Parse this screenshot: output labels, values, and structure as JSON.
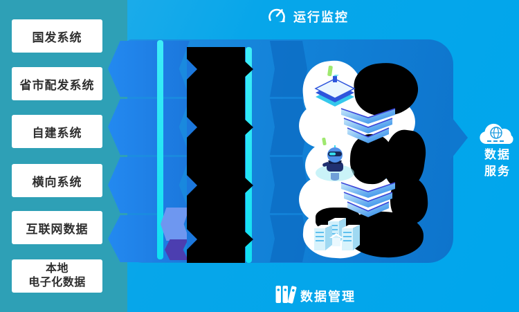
{
  "header": {
    "title": "运行监控",
    "icon": "gauge-icon"
  },
  "footer": {
    "title": "数据管理",
    "icon": "binders-icon"
  },
  "service": {
    "icon": "cloud-globe-icon",
    "lines": [
      "数据",
      "服务"
    ]
  },
  "sources": [
    {
      "label": "国发系统"
    },
    {
      "label": "省市配发系统"
    },
    {
      "label": "自建系统"
    },
    {
      "label": "横向系统"
    },
    {
      "label": "互联网数据"
    },
    {
      "label": "本地电子化数据",
      "lines": [
        "本地",
        "电子化数据"
      ]
    }
  ],
  "pipeline_icons": [
    "chip-icon",
    "layers-funnel-icon",
    "robot-icon",
    "layers-funnel-icon",
    "servers-icon"
  ],
  "colors": {
    "teal_background": "#2EA0B6",
    "base_blue": "#04A7EA",
    "panel_blue": "#1484DA",
    "panel_blue_dark": "#0E74CC",
    "arrow_blue": "#1E85EA",
    "cyan_bus_line": "#12E2F4",
    "redaction_black": "#000000",
    "periwinkle_arrow": "#6E97F0",
    "purple_arrow": "#4C3EB0",
    "box_background": "#FFFFFF",
    "box_text": "#2E2E2E",
    "label_text": "#FFFFFF"
  }
}
